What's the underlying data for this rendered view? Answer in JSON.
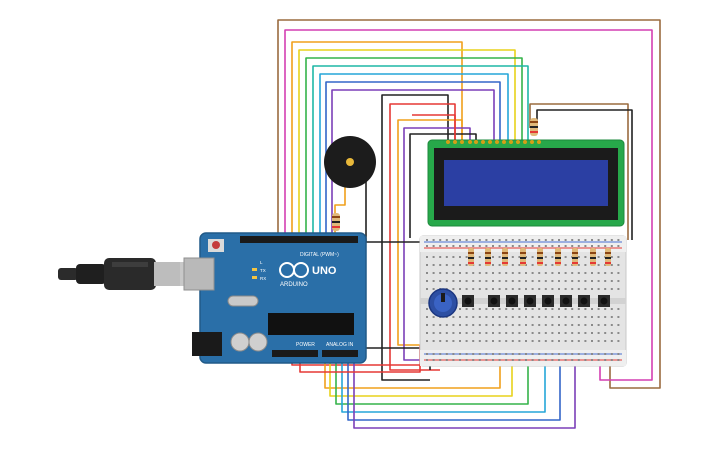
{
  "arduino": {
    "brand": "ARDUINO",
    "model": "UNO",
    "digital_header": "DIGITAL (PWM~)",
    "power_header": "POWER",
    "analog_header": "ANALOG IN",
    "tx_label": "TX",
    "rx_label": "RX",
    "l_label": "L",
    "board_color": "#2a6fa8"
  },
  "components": {
    "usb_cable": "usb-cable-icon",
    "buzzer": "piezo-buzzer-icon",
    "lcd": "lcd-16x2-icon",
    "potentiometer": "potentiometer-icon",
    "breadboard": "breadboard-icon",
    "resistor": "resistor-icon",
    "push_button": "push-button-icon"
  },
  "wire_colors": {
    "red": "#e53935",
    "black": "#222222",
    "orange": "#f0a01c",
    "yellow": "#e8d21c",
    "green": "#35b34a",
    "teal": "#1fb7a6",
    "cyan": "#25a6d9",
    "blue": "#3466c8",
    "purple": "#7b3fb8",
    "magenta": "#d43fb2",
    "brown": "#9a6b3f"
  }
}
